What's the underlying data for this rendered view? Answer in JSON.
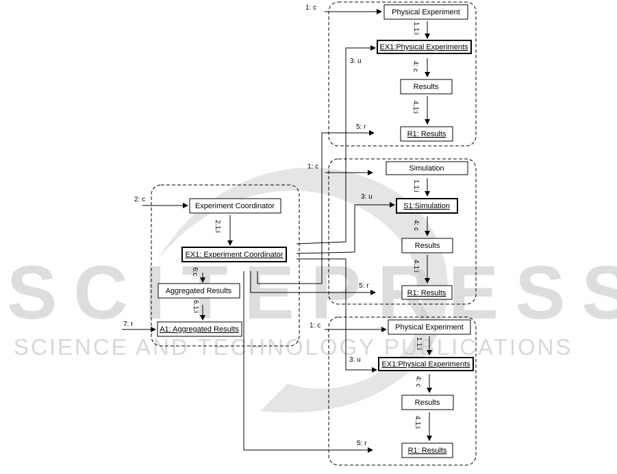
{
  "watermark": {
    "main": "SCITEPRESS",
    "sub": "SCIENCE AND TECHNOLOGY PUBLICATIONS",
    "color": "#c9c9c9"
  },
  "diagram": {
    "coordinator": {
      "class_box": "Experiment Coordinator",
      "instance_box": "EX1: Experiment Coordinator",
      "aggregated_box": "Aggregated Results",
      "aggregated_instance_box": "A1: Aggregated Results",
      "msg_in": "2: c",
      "msg_create": "2.1:i",
      "msg_agg": "6:c",
      "msg_agg_i": "6.1:i",
      "msg_read": "7: r"
    },
    "top_physical": {
      "class_box": "Physical Experiment",
      "instance_box": "EX1:Physical Experiments",
      "results_box": "Results",
      "results_instance_box": "R1: Results",
      "msg_create": "1: c",
      "msg_i": "1.1:i",
      "msg_update": "3: u",
      "msg_results": "4: c",
      "msg_results_i": "4.1:i",
      "msg_read": "5: r"
    },
    "simulation": {
      "class_box": "Simulation",
      "instance_box": "S1:Simulation",
      "results_box": "Results",
      "results_instance_box": "R1: Results",
      "msg_create": "1: c",
      "msg_i": "1.1:i",
      "msg_update": "3: u",
      "msg_results": "4: c",
      "msg_results_i": "4.1:i",
      "msg_read": "5: r"
    },
    "bottom_physical": {
      "class_box": "Physical Experiment",
      "instance_box": "EX1:Physical Experiments",
      "results_box": "Results",
      "results_instance_box": "R1: Results",
      "msg_create": "1: c",
      "msg_i": "1.1:i",
      "msg_update": "3: u",
      "msg_results": "4: c",
      "msg_results_i": "4.1:i",
      "msg_read": "5: r"
    }
  }
}
